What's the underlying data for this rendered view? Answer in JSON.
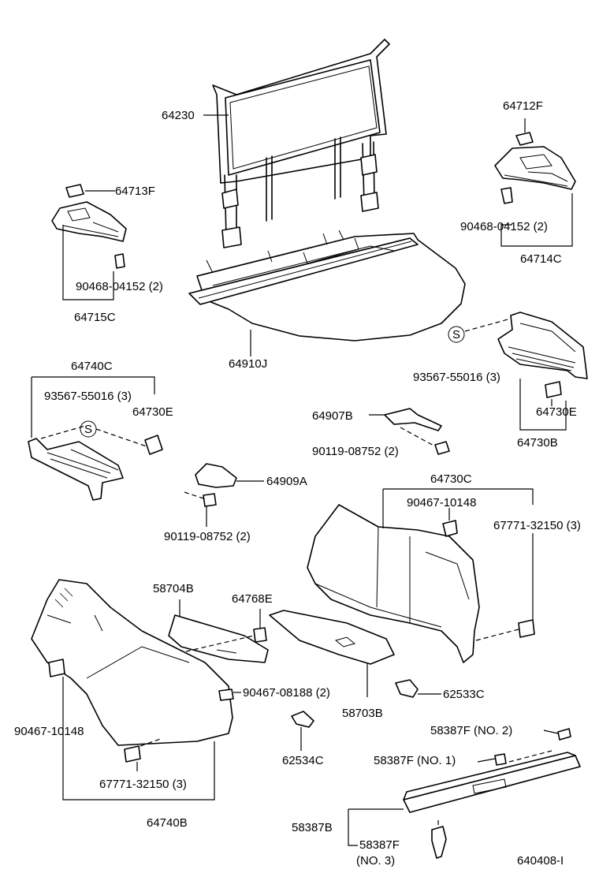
{
  "diagram_id": "640408-I",
  "labels": {
    "p64230": "64230",
    "p64712F": "64712F",
    "p64713F": "64713F",
    "p90468_right": "90468-04152 (2)",
    "p64714C": "64714C",
    "p90468_left": "90468-04152 (2)",
    "p64715C": "64715C",
    "p64910J": "64910J",
    "p64740C": "64740C",
    "p93567_left": "93567-55016 (3)",
    "p64730E_left": "64730E",
    "p93567_right": "93567-55016 (3)",
    "p64730E_right": "64730E",
    "p64730B": "64730B",
    "p64907B": "64907B",
    "p90119_top": "90119-08752 (2)",
    "p64909A": "64909A",
    "p90119_bottom": "90119-08752 (2)",
    "p64730C": "64730C",
    "p90467_10148_right": "90467-10148",
    "p67771_right": "67771-32150 (3)",
    "p58704B": "58704B",
    "p64768E": "64768E",
    "p90467_08188": "90467-08188 (2)",
    "p62533C": "62533C",
    "p58703B": "58703B",
    "p90467_10148_left": "90467-10148",
    "p67771_left": "67771-32150 (3)",
    "p64740B": "64740B",
    "p62534C": "62534C",
    "p58387F_no2": "58387F (NO. 2)",
    "p58387F_no1": "58387F (NO. 1)",
    "p58387B": "58387B",
    "p58387F_no3_a": "58387F",
    "p58387F_no3_b": "(NO. 3)"
  },
  "symbols": {
    "s_mark": "S"
  }
}
